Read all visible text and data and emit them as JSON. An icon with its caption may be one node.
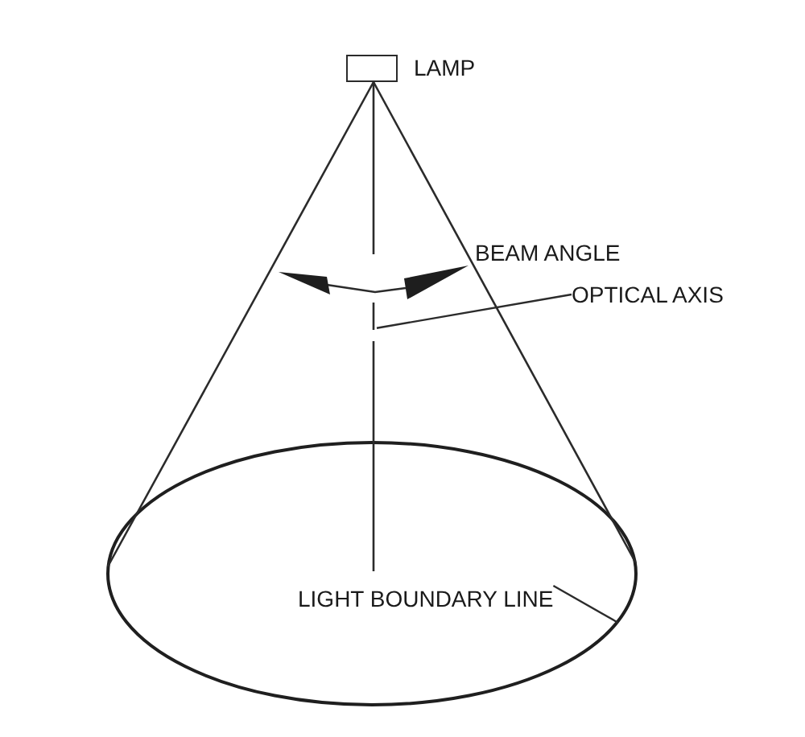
{
  "diagram": {
    "nodes": [
      {
        "text": [],
        "shape": "box",
        "beside": [
          "LAMP"
        ]
      },
      {
        "text": [
          "OPTICAL AXIS"
        ]
      },
      {
        "text": [],
        "shape": "line"
      },
      {
        "text": [],
        "shape": "ellipse"
      },
      {
        "text": [
          "LIGHT BOUNDARY LINE"
        ],
        "in": 3
      }
    ],
    "edges": [
      {
        "from": 1,
        "to": 2,
        "arrow": "none"
      },
      {
        "from": 4,
        "to": 3,
        "arrow": "none"
      }
    ],
    "labels": [
      "BEAM ANGLE"
    ]
  }
}
